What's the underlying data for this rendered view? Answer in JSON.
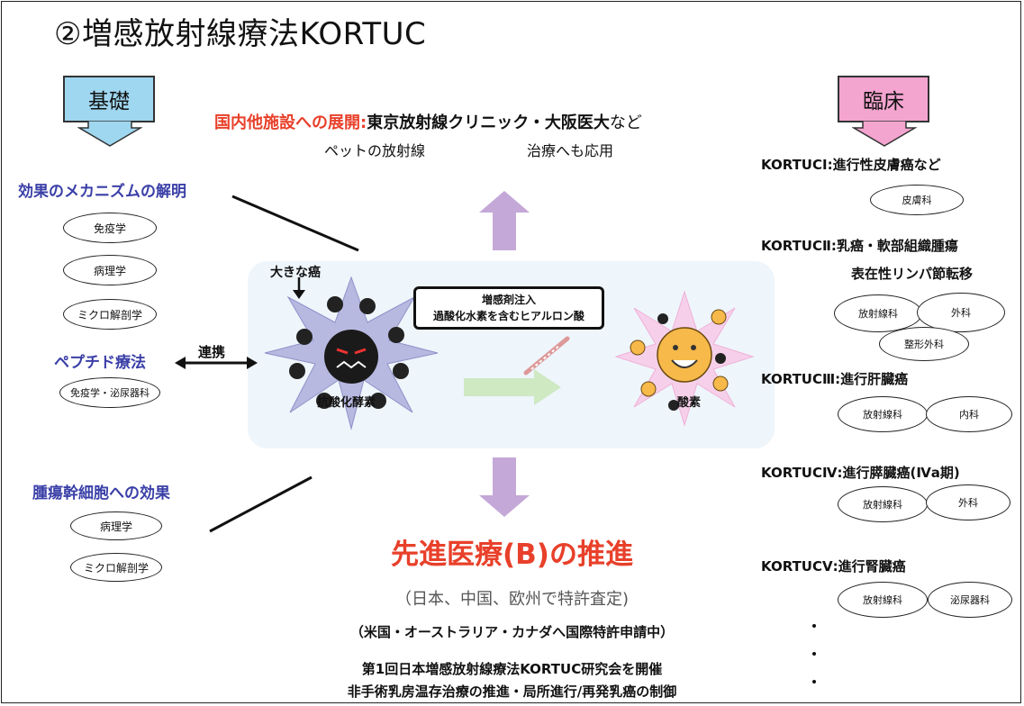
{
  "title": "②増感放射線療法KORTUC",
  "left_header": "基礎",
  "right_header": "臨床",
  "top_line": {
    "red": "国内他施設への展開:",
    "black": "東京放射線クリニック・大阪医大",
    "suffix": "など"
  },
  "pet_line": {
    "left": "ペットの放射線",
    "right": "治療へも応用"
  },
  "left": {
    "mechanism": "効果のメカニズムの解明",
    "mechanism_items": [
      "免疫学",
      "病理学",
      "ミクロ解剖学"
    ],
    "peptide": "ペプチド療法",
    "peptide_item": "免疫学・泌尿器科",
    "link": "連携",
    "stem": "腫瘍幹細胞への効果",
    "stem_items": [
      "病理学",
      "ミクロ解剖学"
    ]
  },
  "center": {
    "big_cancer": "大きな癌",
    "antioxidant": "抗酸化酵素",
    "box_line1": "増感剤注入",
    "box_line2": "過酸化水素を含むヒアルロン酸",
    "oxygen": "酸素"
  },
  "bottom": {
    "main": "先進医療(B)の推進",
    "patent": "（日本、中国、欧州で特許査定)",
    "intl": "（米国・オーストラリア・カナダへ国際特許申請中）",
    "meeting": "第1回日本増感放射線療法KORTUC研究会を開催",
    "promo": "非手術乳房温存治療の推進・局所進行/再発乳癌の制御"
  },
  "right": {
    "k1": "KORTUCⅠ:進行性皮膚癌など",
    "k1_items": [
      "皮膚科"
    ],
    "k2": "KORTUCⅡ:乳癌・軟部組織腫瘍",
    "k2b": "表在性リンパ節転移",
    "k2_items": [
      "放射線科",
      "外科",
      "整形外科"
    ],
    "k3": "KORTUCⅢ:進行肝臓癌",
    "k3_items": [
      "放射線科",
      "内科"
    ],
    "k4": "KORTUCⅣ:進行膵臓癌(Ⅳa期)",
    "k4_items": [
      "放射線科",
      "外科"
    ],
    "k5": "KORTUCⅤ:進行腎臓癌",
    "k5_items": [
      "放射線科",
      "泌尿器科"
    ]
  },
  "colors": {
    "red": "#e8402a",
    "blue_text": "#3a3fa7",
    "cyan_box": "#9fd6f0",
    "pink_box": "#f3a4cf",
    "arrow_purple": "#c4a8d8",
    "arrow_green": "#cfe9c3",
    "panel": "#eef5fb",
    "smiley": "#f6b94a"
  }
}
